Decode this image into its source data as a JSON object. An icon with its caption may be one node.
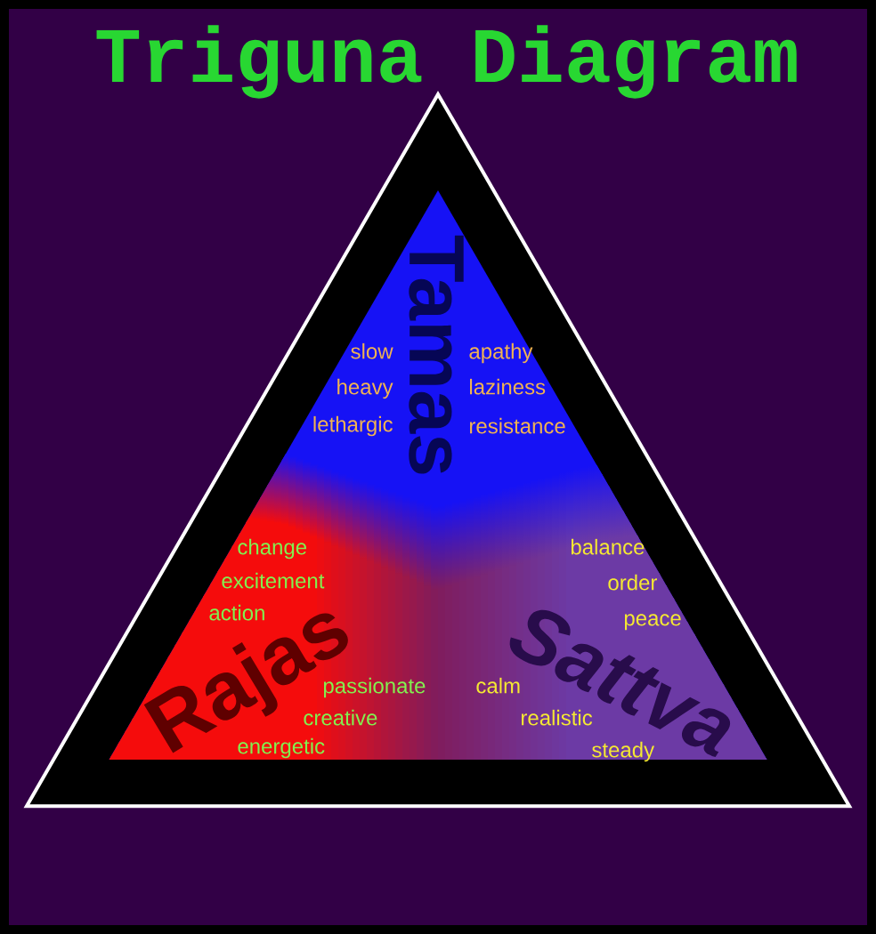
{
  "diagram": {
    "title": "Triguna Diagram",
    "nodes": [
      {
        "text": [
          "Tamas",
          "slow",
          "heavy",
          "lethargic",
          "apathy",
          "laziness",
          "resistance",
          "Rajas",
          "change",
          "excitement",
          "action",
          "passionate",
          "creative",
          "energetic",
          "Sattva",
          "balance",
          "order",
          "peace",
          "calm",
          "realistic",
          "steady"
        ]
      }
    ]
  }
}
